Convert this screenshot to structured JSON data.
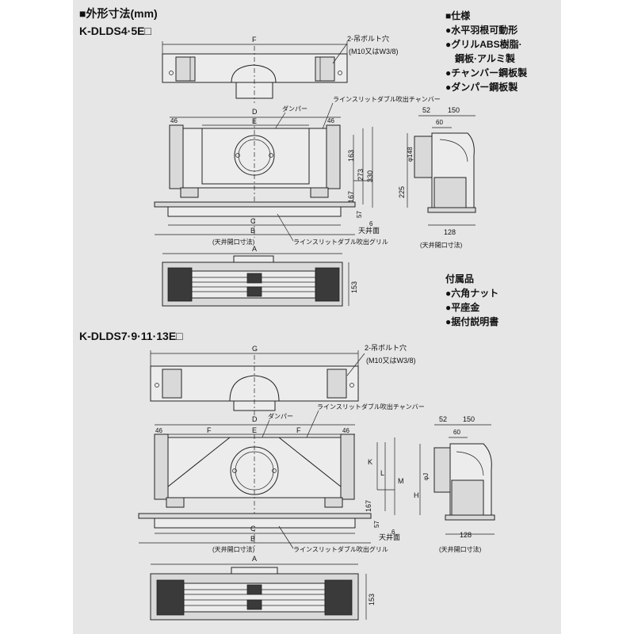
{
  "header": {
    "title": "■外形寸法(mm)",
    "model_1": "K-DLDS4·5E□",
    "model_2": "K-DLDS7·9·11·13E□"
  },
  "specs": {
    "title": "■仕様",
    "items": [
      "●水平羽根可動形",
      "●グリルABS樹脂·",
      "　鋼板·アルミ製",
      "●チャンバー鋼板製",
      "●ダンパー鋼板製"
    ]
  },
  "accessories": {
    "title": "付属品",
    "items": [
      "●六角ナット",
      "●平座金",
      "●据付説明書"
    ]
  },
  "top_diagram": {
    "dim_F": "F",
    "bolt_label": "2-吊ボルト穴",
    "bolt_spec": "(M10又はW3/8)",
    "chamber_label": "ラインスリットダブル吹出チャンバー",
    "damper_label": "ダンパー",
    "dim_D": "D",
    "dim_E": "E",
    "dim_46_left": "46",
    "dim_46_right": "46",
    "dim_163": "163",
    "dim_273": "273",
    "dim_330": "330",
    "dim_167": "167",
    "dim_57": "57",
    "dim_6": "6",
    "dim_C": "C",
    "dim_B": "B",
    "ceiling_face": "天井面",
    "ceiling_opening": "(天井開口寸法)",
    "grille_label": "ラインスリットダブル吹出グリル",
    "side_52": "52",
    "side_150": "150",
    "side_60": "60",
    "side_phi": "φ148",
    "side_225": "225",
    "side_128": "128",
    "side_opening": "(天井開口寸法)",
    "dim_A": "A",
    "dim_153": "153"
  },
  "bottom_diagram": {
    "dim_G": "G",
    "bolt_label": "2-吊ボルト穴",
    "bolt_spec": "(M10又はW3/8)",
    "chamber_label": "ラインスリットダブル吹出チャンバー",
    "damper_label": "ダンパー",
    "dim_D": "D",
    "dim_E": "E",
    "dim_F_left": "F",
    "dim_F_right": "F",
    "dim_46_left": "46",
    "dim_46_right": "46",
    "dim_K": "K",
    "dim_L": "L",
    "dim_M": "M",
    "dim_167": "167",
    "dim_57": "57",
    "dim_6": "6",
    "dim_C": "C",
    "dim_B": "B",
    "ceiling_face": "天井面",
    "ceiling_opening": "(天井開口寸法)",
    "grille_label": "ラインスリットダブル吹出グリル",
    "side_52": "52",
    "side_150": "150",
    "side_60": "60",
    "side_phi": "φJ",
    "side_H": "H",
    "side_128": "128",
    "side_opening": "(天井開口寸法)",
    "dim_A": "A",
    "dim_153": "153"
  }
}
